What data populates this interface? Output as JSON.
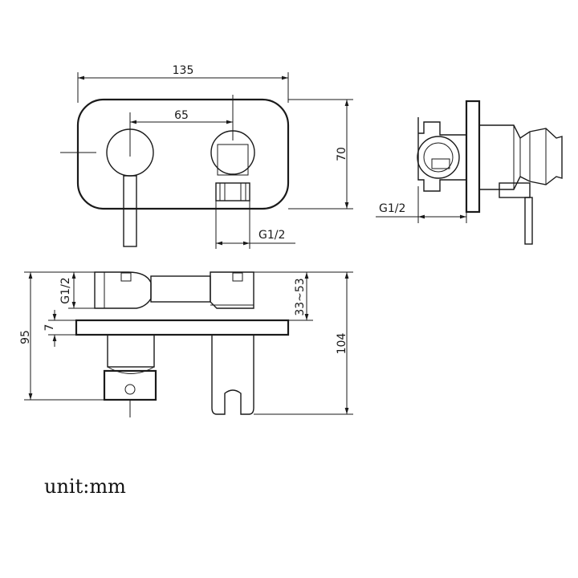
{
  "dimensions": {
    "overall_width": "135",
    "spacing": "65",
    "height": "70",
    "thread_front": "G1/2",
    "thread_side": "G1/2",
    "thread_bottom": "G1/2",
    "depth_total": "95",
    "plate_thickness": "7",
    "adjust_range": "33~53",
    "depth_holder": "104"
  },
  "unit_label": "unit:mm"
}
